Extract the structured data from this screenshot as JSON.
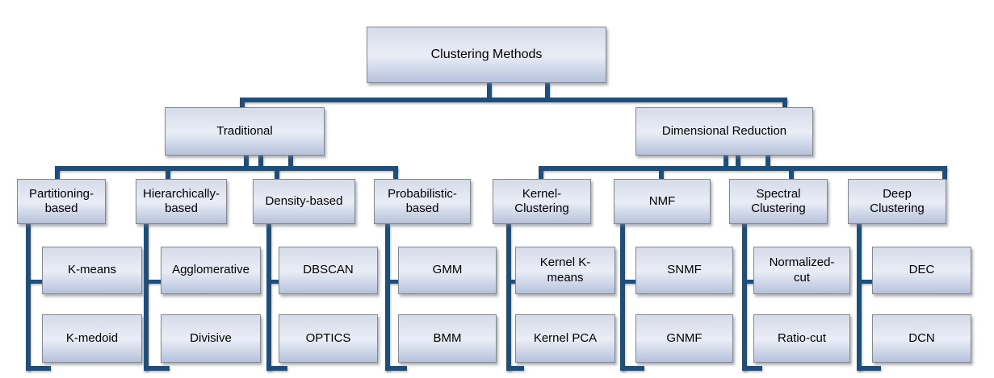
{
  "diagram": {
    "title": "Clustering Methods",
    "style": {
      "line": "#1f4e79",
      "box_top": "#d6dbe9",
      "box_mid": "#eaedf6",
      "box_bottom": "#b6c2dc",
      "box_border": "#85878a",
      "text": "#000000"
    },
    "root": {
      "label": "Clustering Methods"
    },
    "branches": [
      {
        "label": "Traditional",
        "children": [
          {
            "label": "Partitioning-based",
            "leaves": [
              "K-means",
              "K-medoid"
            ]
          },
          {
            "label": "Hierarchically-based",
            "leaves": [
              "Agglomerative",
              "Divisive"
            ]
          },
          {
            "label": "Density-based",
            "leaves": [
              "DBSCAN",
              "OPTICS"
            ]
          },
          {
            "label": "Probabilistic-based",
            "leaves": [
              "GMM",
              "BMM"
            ]
          }
        ]
      },
      {
        "label": "Dimensional Reduction",
        "children": [
          {
            "label": "Kernel-Clustering",
            "leaves": [
              "Kernel K-means",
              "Kernel PCA"
            ]
          },
          {
            "label": "NMF",
            "leaves": [
              "SNMF",
              "GNMF"
            ]
          },
          {
            "label": "Spectral Clustering",
            "leaves": [
              "Normalized-cut",
              "Ratio-cut"
            ]
          },
          {
            "label": "Deep Clustering",
            "leaves": [
              "DEC",
              "DCN"
            ]
          }
        ]
      }
    ]
  }
}
